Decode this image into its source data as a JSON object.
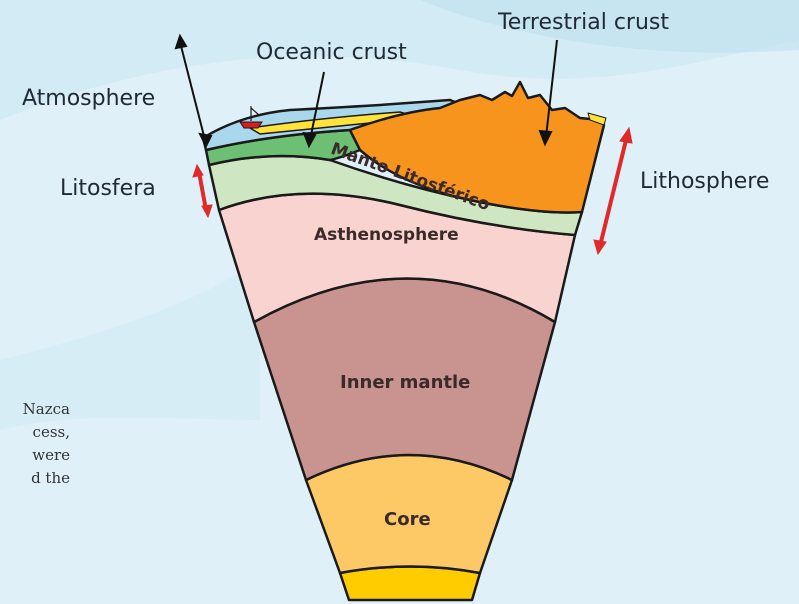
{
  "labels": {
    "atmosphere": "Atmosphere",
    "oceanic_crust": "Oceanic crust",
    "terrestrial_crust": "Terrestrial crust",
    "litosfera": "Litosfera",
    "lithosphere": "Lithosphere",
    "manto_litosferico": "Manto Litosférico",
    "asthenosphere": "Asthenosphere",
    "inner_mantle": "Inner mantle",
    "core": "Core"
  },
  "body_text_fragments": [
    "Nazca",
    "cess,",
    "were",
    "d the"
  ],
  "colors": {
    "background": "#dff0f8",
    "terrestrial_crust": "#f7941d",
    "oceanic_crust": "#6dbf73",
    "ocean": "#a9d8ec",
    "manto_litosferico": "#cfe6c3",
    "asthenosphere": "#f9d3d0",
    "inner_mantle": "#c9938f",
    "core_outer": "#fdc967",
    "core_inner": "#ffcc00",
    "arrow_red": "#e02a2a"
  }
}
